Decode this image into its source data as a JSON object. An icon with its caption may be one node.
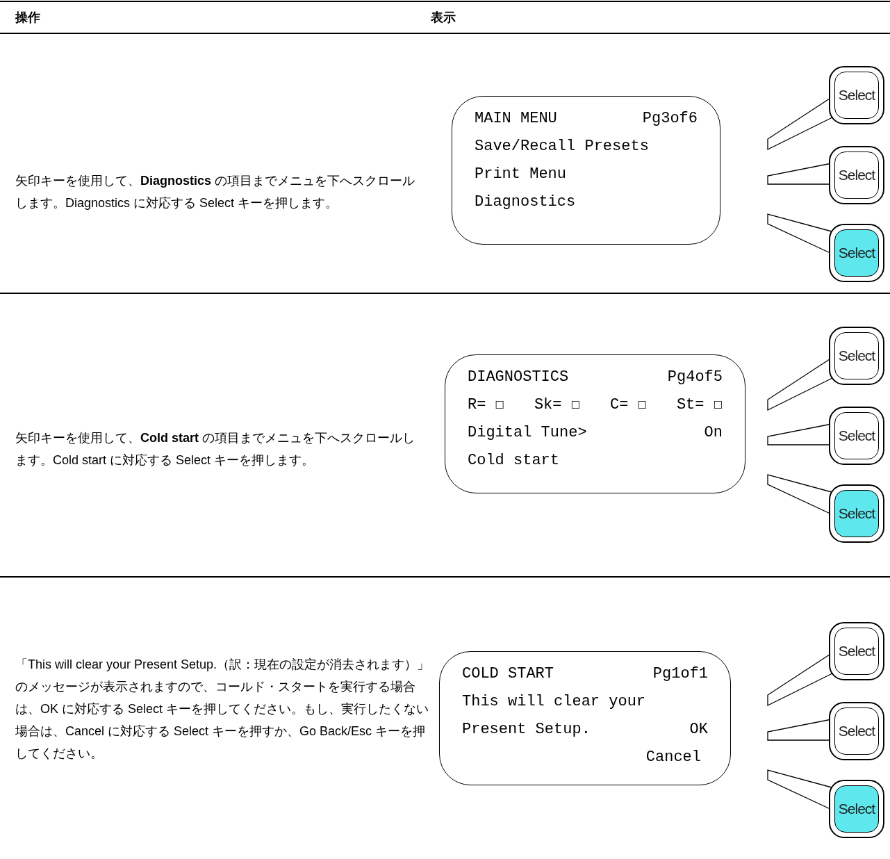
{
  "diagram": {
    "nodes": [
      {
        "text": [
          "MAIN MENU",
          "Pg3of6",
          "Save/Recall Presets",
          "Print Menu",
          "Diagnostics"
        ]
      },
      {
        "text": [
          "Select"
        ]
      },
      {
        "text": [
          "Select"
        ]
      },
      {
        "text": [
          "Select"
        ]
      },
      {
        "text": [
          "DIAGNOSTICS",
          "Pg4of5",
          "R= ☐",
          "Sk= ☐",
          "C= ☐",
          "St= ☐",
          "Digital Tune>",
          "On",
          "Cold start"
        ]
      },
      {
        "text": [
          "Select"
        ]
      },
      {
        "text": [
          "Select"
        ]
      },
      {
        "text": [
          "Select"
        ]
      },
      {
        "text": [
          "COLD START",
          "Pg1of1",
          "This will clear your",
          "Present Setup.",
          "OK",
          "Cancel"
        ]
      },
      {
        "text": [
          "Select"
        ]
      },
      {
        "text": [
          "Select"
        ]
      },
      {
        "text": [
          "Select"
        ]
      }
    ],
    "labels": [
      "操作",
      "表示",
      "矢印キーを使用して、**Diagnostics** の項目までメニュを下へスクロールします。Diagnostics に対応する Select キーを押します。",
      "矢印キーを使用して、**Cold start** の項目までメニュを下へスクロールします。Cold start に対応する Select キーを押します。",
      "「This will clear your Present Setup.（訳：現在の設定が消去されます）」のメッセージが表示されますので、コールド・スタートを実行する場合は、OK に対応する Select キーを押してください。もし、実行したくない場合は、Cancel に対応する Select キーを押すか、Go Back/Esc キーを押してください。"
    ]
  }
}
